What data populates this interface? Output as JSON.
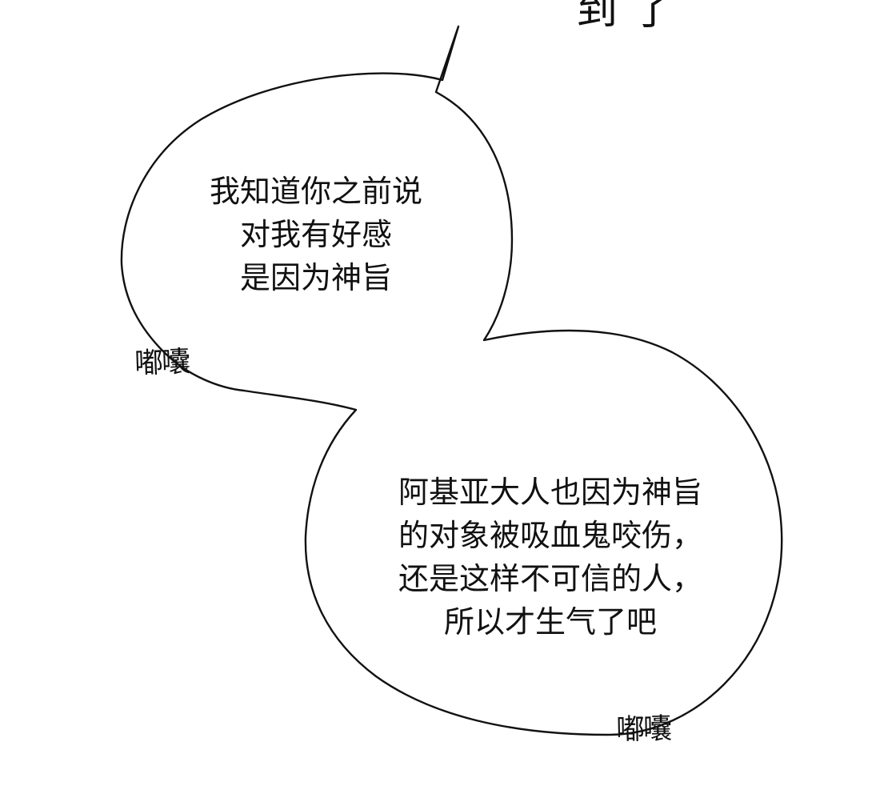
{
  "top_partial_text": "到了",
  "bubbles": [
    {
      "lines": [
        "我知道你之前说",
        "对我有好感",
        "是因为神旨"
      ]
    },
    {
      "lines": [
        "阿基亚大人也因为神旨",
        "的对象被吸血鬼咬伤，",
        "还是这样不可信的人，",
        "所以才生气了吧"
      ]
    }
  ],
  "sfx": [
    "嘟囔",
    "嘟囔"
  ],
  "colors": {
    "background": "#ffffff",
    "ink": "#111111"
  }
}
